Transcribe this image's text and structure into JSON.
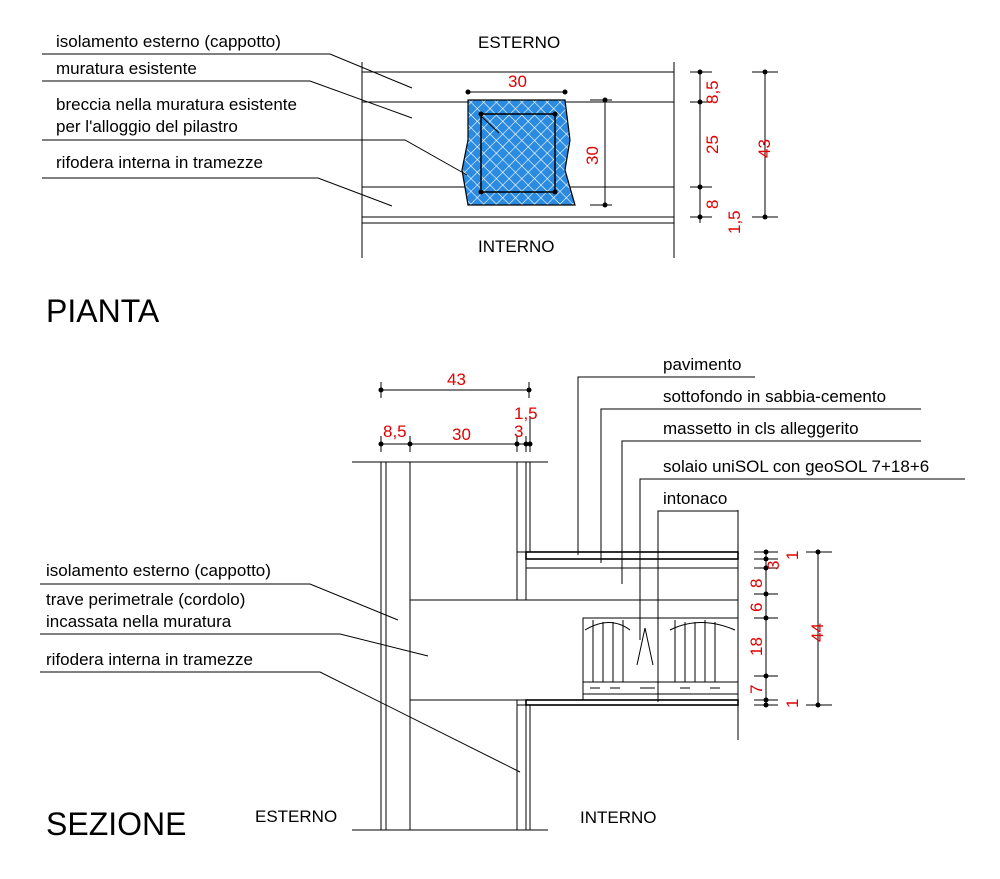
{
  "colors": {
    "column_fill": "#2a8be0",
    "dimension_text": "#e00000",
    "line": "#000000"
  },
  "pianta": {
    "title": "PIANTA",
    "top_label": "ESTERNO",
    "bottom_label": "INTERNO",
    "callouts": [
      "isolamento esterno (cappotto)",
      "muratura esistente",
      "breccia nella muratura esistente",
      "per l'alloggio del pilastro",
      "rifodera interna in tramezze"
    ],
    "dims": {
      "column_width": "30",
      "column_depth": "30",
      "layer_ext": "8,5",
      "layer_wall": "25",
      "layer_int": "8",
      "layer_plaster": "1,5",
      "total": "43"
    }
  },
  "sezione": {
    "title": "SEZIONE",
    "left_label": "ESTERNO",
    "right_label": "INTERNO",
    "callouts_left": [
      "isolamento esterno (cappotto)",
      "trave perimetrale (cordolo)",
      "incassata nella muratura",
      "rifodera interna in tramezze"
    ],
    "callouts_right": [
      "pavimento",
      "sottofondo in sabbia-cemento",
      "massetto in cls alleggerito",
      "solaio uniSOL con geoSOL 7+18+6",
      "intonaco"
    ],
    "dims_top": {
      "total": "43",
      "plaster": "1,5",
      "ext": "8,5",
      "core": "30",
      "int": "3"
    },
    "dims_right": {
      "d1": "1",
      "d2": "3",
      "d3": "8",
      "d4": "6",
      "d5": "18",
      "d6": "7",
      "d7": "1",
      "total": "44"
    }
  }
}
